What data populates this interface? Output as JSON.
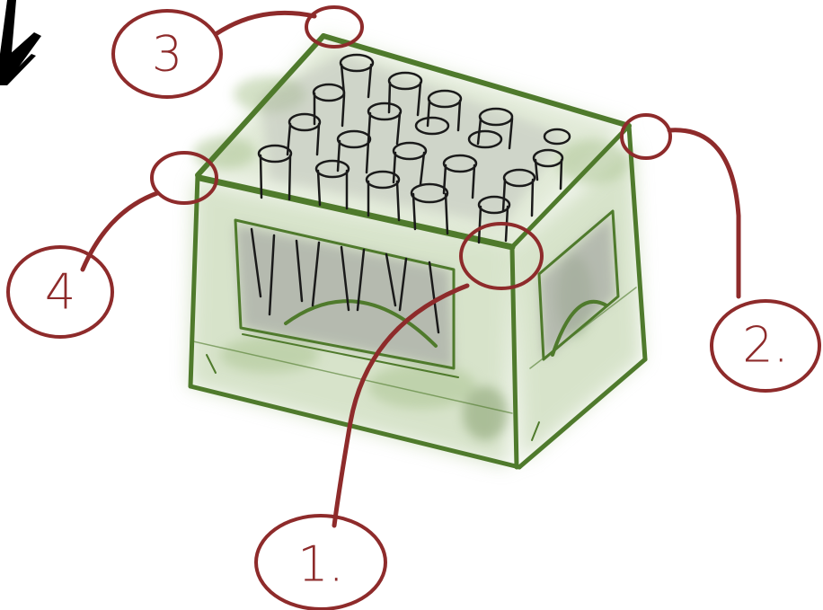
{
  "labels": [
    {
      "text": "1."
    },
    {
      "text": "2."
    },
    {
      "text": "3"
    },
    {
      "text": "4"
    }
  ],
  "colors": {
    "annotation": "#8e2b2b",
    "crate_outline": "#4f7a2c",
    "crate_fill": "#a9c28f",
    "bottle": "#1a1a1a",
    "shadow": "#9a9a9a"
  },
  "icons": [
    "crate-sketch",
    "arrow-corner-icon"
  ]
}
